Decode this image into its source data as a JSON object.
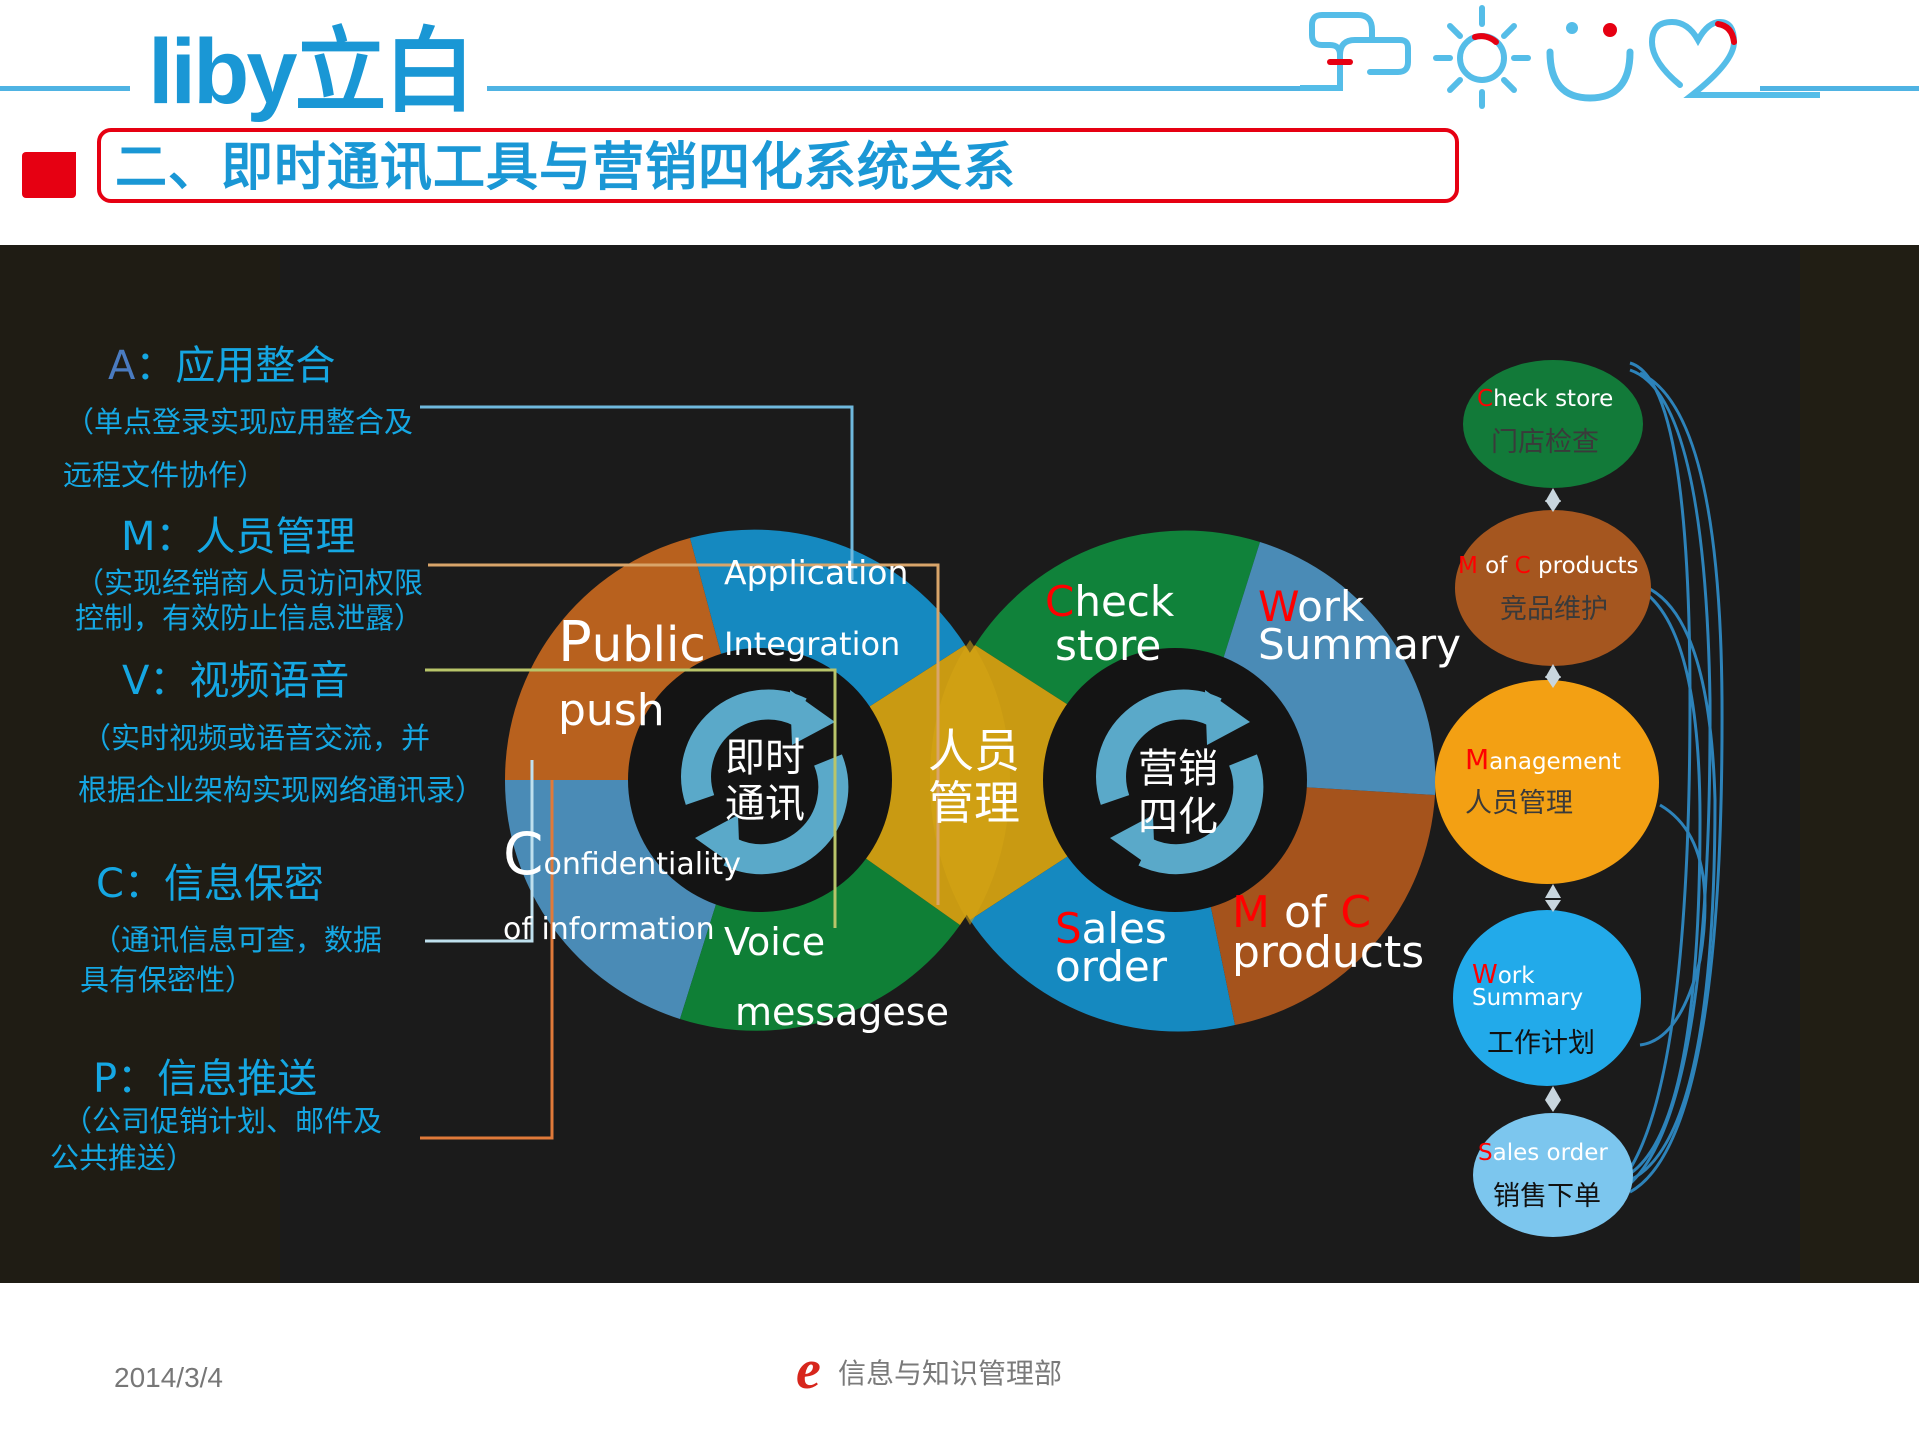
{
  "header": {
    "logo_text_latin": "liby",
    "logo_text_cjk": "立白",
    "icons": [
      "chat-bubbles-icon",
      "sun-icon",
      "smile-icon",
      "heart-icon"
    ],
    "brand_color": "#1a97d5",
    "accent_color": "#e60012"
  },
  "title": {
    "text": "二、即时通讯工具与营销四化系统关系"
  },
  "legend": [
    {
      "letter": "A",
      "heading": "：应用整合",
      "desc": [
        "（单点登录实现应用整合及",
        "远程文件协作）"
      ]
    },
    {
      "letter": "M",
      "heading": "：人员管理",
      "desc": [
        "（实现经销商人员访问权限",
        "控制，有效防止信息泄露）"
      ]
    },
    {
      "letter": "V",
      "heading": "：视频语音",
      "desc": [
        "（实时视频或语音交流，并",
        "根据企业架构实现网络通讯录）"
      ]
    },
    {
      "letter": "C",
      "heading": "：信息保密",
      "desc": [
        "（通讯信息可查，数据",
        "具有保密性）"
      ]
    },
    {
      "letter": "P",
      "heading": "：信息推送",
      "desc": [
        "（公司促销计划、邮件及",
        "公共推送）"
      ]
    }
  ],
  "left_circle": {
    "center_label": [
      "即时",
      "通讯"
    ],
    "segments": [
      {
        "name": "Public push",
        "first": "P",
        "rest1": "ublic",
        "line2": "push",
        "color": "#b8611e"
      },
      {
        "name": "Application Integration",
        "line1": "Application",
        "line2": "Integration",
        "color": "#1589c0"
      },
      {
        "name": "Voice messagese",
        "line1": "Voice",
        "line2": "messagese",
        "color": "#0f7f36"
      },
      {
        "name": "Confidentiality of information",
        "first": "C",
        "rest1": "onfidentiality",
        "line2": "of information",
        "color": "#4a8bb6"
      }
    ]
  },
  "overlap": {
    "label": [
      "人员",
      "管理"
    ],
    "color": "#c99a12"
  },
  "right_circle": {
    "center_label": [
      "营销",
      "四化"
    ],
    "segments": [
      {
        "name": "Check store",
        "first": "C",
        "rest1": "heck",
        "line2": "store",
        "color": "#10823a"
      },
      {
        "name": "Work Summary",
        "first": "W",
        "rest1": "ork",
        "line2": "Summary",
        "color": "#4a8bb6"
      },
      {
        "name": "M of C products",
        "first": "M",
        "mid": " of ",
        "c": "C",
        "line2": "products",
        "color": "#a5531c"
      },
      {
        "name": "Sales order",
        "first": "S",
        "rest1": "ales",
        "line2": "order",
        "color": "#1589c0"
      }
    ]
  },
  "nodes": [
    {
      "en_first": "C",
      "en_rest": "heck store",
      "cn": "门店检查",
      "color": "#127a39"
    },
    {
      "en_first": "M",
      "en_mid": " of ",
      "en_c": "C",
      "en_rest": " products",
      "cn": "竞品维护",
      "color": "#a5561f"
    },
    {
      "en_first": "M",
      "en_rest": "anagement",
      "cn": "人员管理",
      "color": "#f3a013"
    },
    {
      "en_first": "W",
      "en_rest": "ork",
      "en_line2": "Summary",
      "cn": "工作计划",
      "color": "#22aaea"
    },
    {
      "en_first": "S",
      "en_rest": "ales order",
      "cn": "销售下单",
      "color": "#7cc6ee"
    }
  ],
  "footer": {
    "date": "2014/3/4",
    "dept_logo": "e",
    "dept": "信息与知识管理部"
  }
}
